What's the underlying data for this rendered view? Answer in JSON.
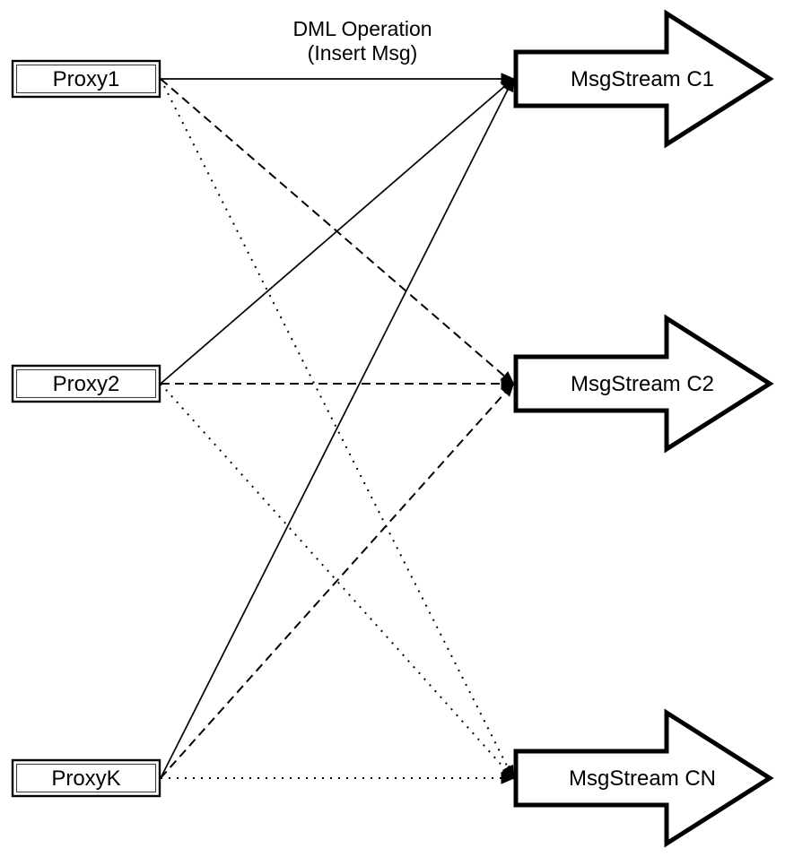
{
  "diagram": {
    "title": {
      "line1": "DML Operation",
      "line2": "(Insert Msg)"
    },
    "proxies": [
      {
        "label": "Proxy1"
      },
      {
        "label": "Proxy2"
      },
      {
        "label": "ProxyK"
      }
    ],
    "streams": [
      {
        "label": "MsgStream C1"
      },
      {
        "label": "MsgStream C2"
      },
      {
        "label": "MsgStream CN"
      }
    ],
    "edges": [
      {
        "from": "Proxy1",
        "to": "MsgStream C1",
        "style": "solid"
      },
      {
        "from": "Proxy1",
        "to": "MsgStream C2",
        "style": "dashed"
      },
      {
        "from": "Proxy1",
        "to": "MsgStream CN",
        "style": "dotted"
      },
      {
        "from": "Proxy2",
        "to": "MsgStream C1",
        "style": "solid"
      },
      {
        "from": "Proxy2",
        "to": "MsgStream C2",
        "style": "dashed"
      },
      {
        "from": "Proxy2",
        "to": "MsgStream CN",
        "style": "dotted"
      },
      {
        "from": "ProxyK",
        "to": "MsgStream C1",
        "style": "solid"
      },
      {
        "from": "ProxyK",
        "to": "MsgStream C2",
        "style": "dashed"
      },
      {
        "from": "ProxyK",
        "to": "MsgStream CN",
        "style": "dotted"
      }
    ],
    "colors": {
      "line": "#000000",
      "node_fill": "#ffffff",
      "background": "#ffffff"
    }
  }
}
